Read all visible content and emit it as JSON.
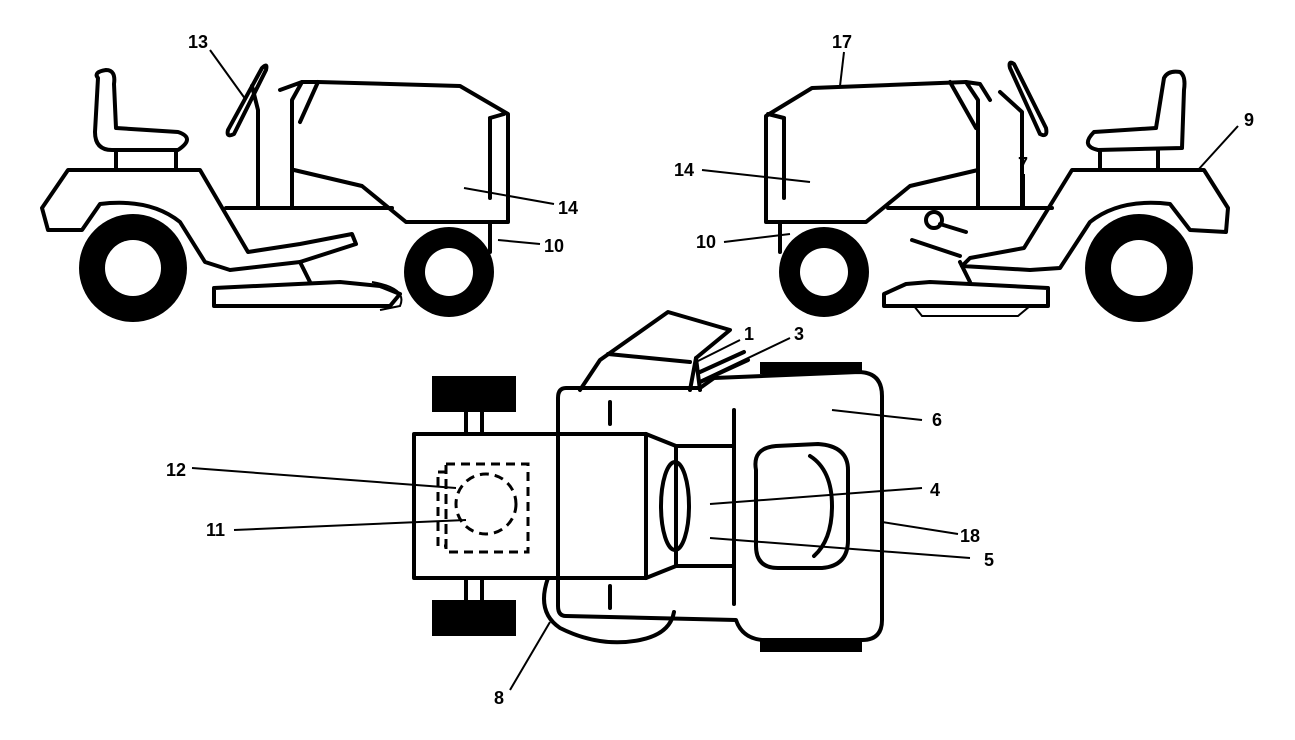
{
  "callouts": [
    {
      "id": "c13",
      "text": "13"
    },
    {
      "id": "c14a",
      "text": "14"
    },
    {
      "id": "c10a",
      "text": "10"
    },
    {
      "id": "c17",
      "text": "17"
    },
    {
      "id": "c9",
      "text": "9"
    },
    {
      "id": "c7",
      "text": "7"
    },
    {
      "id": "c14b",
      "text": "14"
    },
    {
      "id": "c10b",
      "text": "10"
    },
    {
      "id": "c1",
      "text": "1"
    },
    {
      "id": "c3",
      "text": "3"
    },
    {
      "id": "c6",
      "text": "6"
    },
    {
      "id": "c12",
      "text": "12"
    },
    {
      "id": "c4",
      "text": "4"
    },
    {
      "id": "c11",
      "text": "11"
    },
    {
      "id": "c18",
      "text": "18"
    },
    {
      "id": "c5",
      "text": "5"
    },
    {
      "id": "c8",
      "text": "8"
    }
  ],
  "colors": {
    "line": "#000000",
    "background": "#ffffff"
  }
}
